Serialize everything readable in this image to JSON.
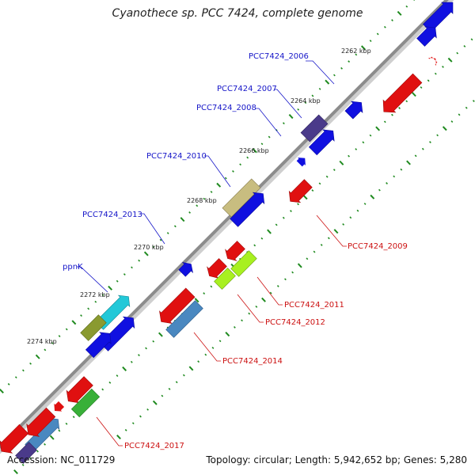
{
  "title": "Cyanothece sp. PCC 7424, complete genome",
  "footer": {
    "accession": "Accession: NC_011729",
    "summary": "Topology: circular; Length: 5,942,652 bp; Genes: 5,280"
  },
  "colors": {
    "backbone": "#8c8c8c",
    "tick": "#1f8a1f",
    "plus_label": "#1515c8",
    "minus_label": "#cc1111",
    "plus_gene": "#1010e0",
    "minus_gene": "#e01010",
    "olive": "#c8bd80",
    "indigo": "#4a3a8a",
    "cyan": "#22c8d8",
    "olive_green": "#8a9a30",
    "steel": "#4a88c0",
    "lime": "#a8f020",
    "green": "#38b038"
  },
  "kbp_ticks": [
    "2262 kbp",
    "2264 kbp",
    "2266 kbp",
    "2268 kbp",
    "2270 kbp",
    "2272 kbp",
    "2274 kbp"
  ],
  "gene_labels_plus": [
    "PCC7424_2006",
    "PCC7424_2007",
    "PCC7424_2008",
    "PCC7424_2010",
    "PCC7424_2013",
    "ppnK"
  ],
  "gene_labels_minus": [
    "PCC7424_2009",
    "PCC7424_2011",
    "PCC7424_2012",
    "PCC7424_2014",
    "PCC7424_2017"
  ]
}
